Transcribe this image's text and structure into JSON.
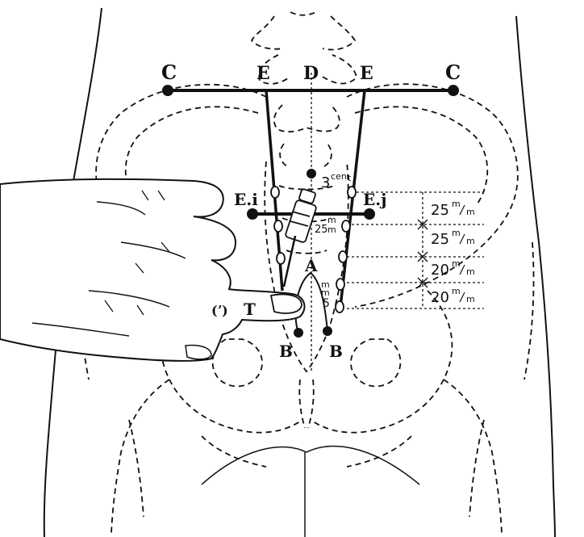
{
  "labels": {
    "c_left": "C",
    "c_right": "C",
    "e_left": "E",
    "e_right": "E",
    "d": "D",
    "ei_left": "E.i",
    "ej_right": "E.j",
    "a": "A",
    "b_left": "B",
    "b_right": "B",
    "t": "T",
    "finger_mark": "(ʼ)",
    "center_num": "3",
    "center_sup": "cen",
    "center_tick": "t"
  },
  "measurements": [
    {
      "value": "25",
      "unit_top": "m",
      "unit_bottom": "m"
    },
    {
      "value": "25",
      "unit_top": "m",
      "unit_bottom": "m"
    },
    {
      "value": "20",
      "unit_top": "m",
      "unit_bottom": "m"
    },
    {
      "value": "20",
      "unit_top": "m",
      "unit_bottom": "m"
    }
  ],
  "inner_marks": {
    "needle_25": "25",
    "needle_sup": "m",
    "needle_sub": "m",
    "apex_m_top": "m",
    "apex_m_bottom": "m",
    "apex_5": "5"
  }
}
